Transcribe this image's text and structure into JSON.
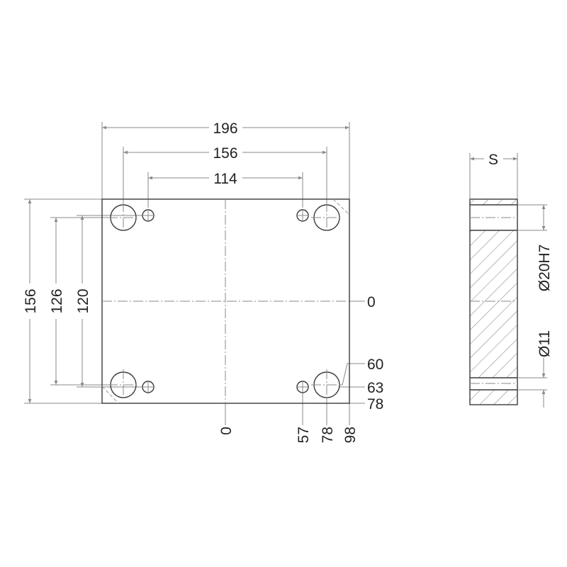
{
  "drawing": {
    "front_view": {
      "dims_horizontal": [
        "196",
        "156",
        "114"
      ],
      "dims_vertical": [
        "156",
        "126",
        "120"
      ],
      "ordinate_right": [
        "0",
        "60",
        "63",
        "78"
      ],
      "ordinate_bottom": [
        "0",
        "57",
        "78",
        "98"
      ]
    },
    "side_view": {
      "thickness_label": "S",
      "bore_label": "Ø20H7",
      "hole_label": "Ø11"
    }
  }
}
